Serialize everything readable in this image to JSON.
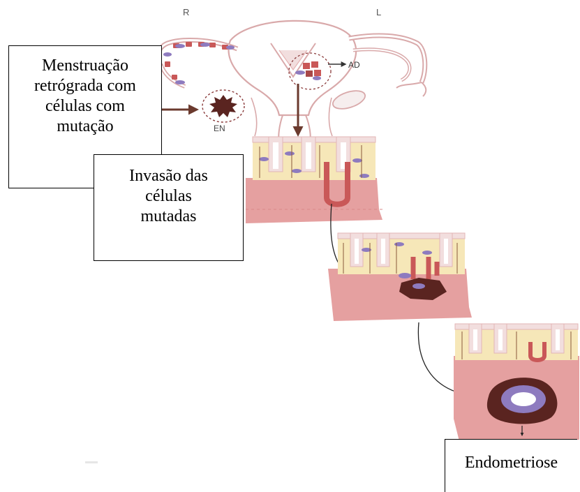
{
  "labels": {
    "right": "R",
    "left": "L",
    "adenomyosis": "AD",
    "endometrioma": "EN"
  },
  "boxes": {
    "retrograde": [
      "Menstruação",
      "retrógrada com",
      "células com",
      "mutação"
    ],
    "invasion": [
      "Invasão das",
      "células",
      "mutadas"
    ],
    "result": "Endometriose"
  },
  "colors": {
    "uterus_outline": "#d9a9aa",
    "tissue": "#e5a0a0",
    "gland": "#f2dede",
    "stroma": "#f6e7b8",
    "cells": "#c95858",
    "mutant": "#8e7bbf",
    "lesion": "#5a2420",
    "arrow": "#6b3a2e"
  }
}
